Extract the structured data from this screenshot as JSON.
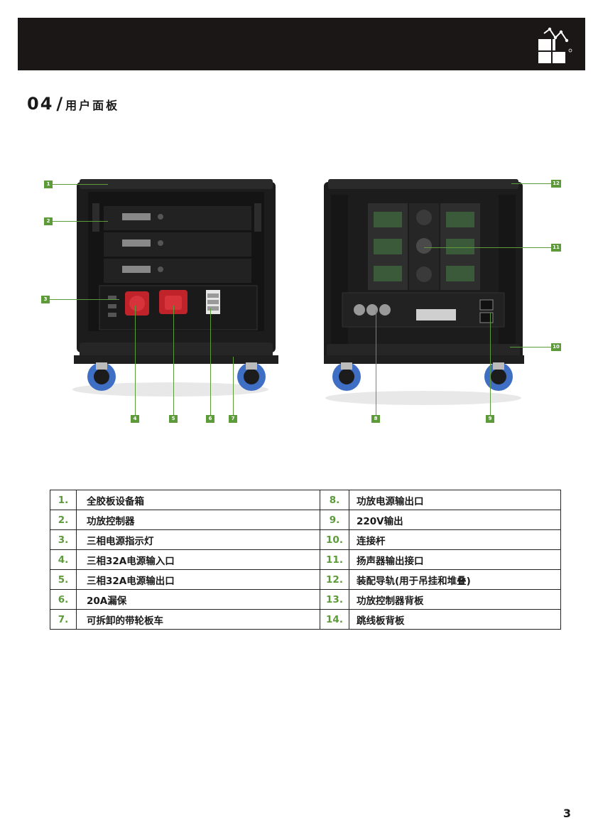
{
  "header": {
    "logo_icon": "brand-logo-icon",
    "background": "#1b1717"
  },
  "section": {
    "number": "04",
    "slash": "/",
    "title": "用户面板"
  },
  "accent_color": "#5c9a3a",
  "callouts": [
    "1",
    "2",
    "3",
    "4",
    "5",
    "6",
    "7",
    "8",
    "9",
    "10",
    "11",
    "12"
  ],
  "legend": {
    "rows": [
      {
        "left_num": "1.",
        "left_label": "全胶板设备箱",
        "right_num": "8.",
        "right_label": "功放电源输出口"
      },
      {
        "left_num": "2.",
        "left_label": "功放控制器",
        "right_num": "9.",
        "right_label": "220V输出"
      },
      {
        "left_num": "3.",
        "left_label": "三相电源指示灯",
        "right_num": "10.",
        "right_label": "连接杆"
      },
      {
        "left_num": "4.",
        "left_label": "三相32A电源输入口",
        "right_num": "11.",
        "right_label": "扬声器输出接口"
      },
      {
        "left_num": "5.",
        "left_label": "三相32A电源输出口",
        "right_num": "12.",
        "right_label": "装配导轨(用于吊挂和堆叠)"
      },
      {
        "left_num": "6.",
        "left_label": "20A漏保",
        "right_num": "13.",
        "right_label": "功放控制器背板"
      },
      {
        "left_num": "7.",
        "left_label": "可拆卸的带轮板车",
        "right_num": "14.",
        "right_label": "跳线板背板"
      }
    ]
  },
  "page_number": "3"
}
